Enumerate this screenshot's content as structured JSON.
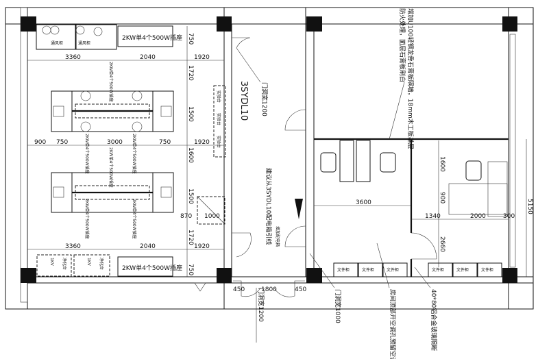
{
  "plan": {
    "top_dims": [
      "3360",
      "2040",
      "1920"
    ],
    "row_dims": [
      "900",
      "750",
      "3000",
      "750",
      "1920"
    ],
    "bottom_dims": [
      "3360",
      "2040",
      "1920"
    ],
    "vertical_dims": [
      "750",
      "1720",
      "1500",
      "1600",
      "1500",
      "1720",
      "750"
    ],
    "small_dims": [
      "870",
      "1000",
      "450",
      "1800",
      "450"
    ],
    "right_dims": [
      "3600",
      "1600",
      "900",
      "1340",
      "2000",
      "300",
      "2660",
      "5150"
    ],
    "fume_hood_label": "通风柜",
    "socket_label": "2KW单4个500W插座",
    "clean_bench_label": "净化台",
    "clean_bench_power": "1KV",
    "lab_bench_label": "实验台",
    "cabinet_label": "文件柜",
    "panel_code": "3SYDL10",
    "door_1200_top": "门洞宽1200",
    "door_1200_bottom": "门洞宽1200",
    "door_1000": "门洞宽1000",
    "wall_note_1": "增加U100轻钢龙骨石膏板隔墙，18mm木工板基层",
    "wall_note_2": "防火处理，面层石膏板刷白",
    "panel_note": "建议从3SYDL10配电箱引线",
    "panel_add_note": "增加配电箱",
    "ac_note": "房间顶部开空调孔预留空调2台",
    "partition_note": "40*80铝合金玻璃隔断"
  }
}
